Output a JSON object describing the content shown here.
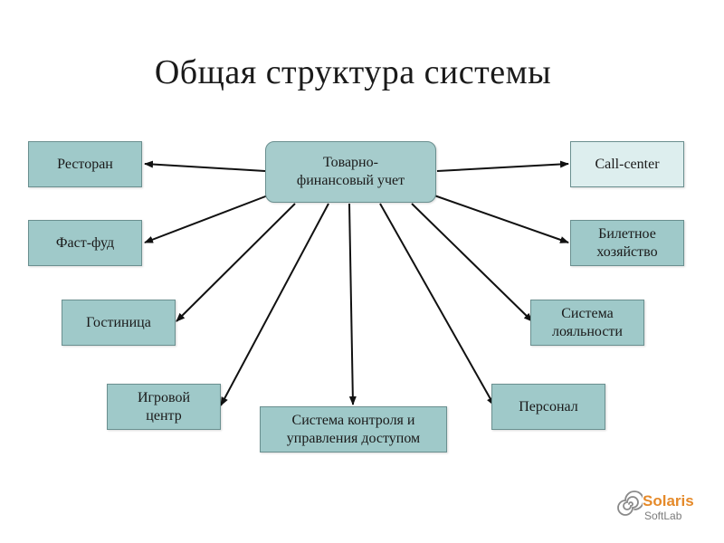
{
  "title": "Общая структура системы",
  "center": "Товарно-\nфинансовый учет",
  "nodes": {
    "restaurant": "Ресторан",
    "fastfood": "Фаст-фуд",
    "hotel": "Гостиница",
    "game_center": "Игровой\nцентр",
    "access_control": "Система контроля и\nуправления доступом",
    "staff": "Персонал",
    "loyalty": "Система\nлояльности",
    "tickets": "Билетное\nхозяйство",
    "call_center": "Call-center"
  },
  "logo": {
    "name": "Solaris",
    "sub": "SoftLab"
  },
  "colors": {
    "box": "#9fc9c9",
    "box_light": "#ddeeee",
    "border": "#6a8f8f",
    "arrow": "#111111",
    "logo_accent": "#e58a2a"
  }
}
